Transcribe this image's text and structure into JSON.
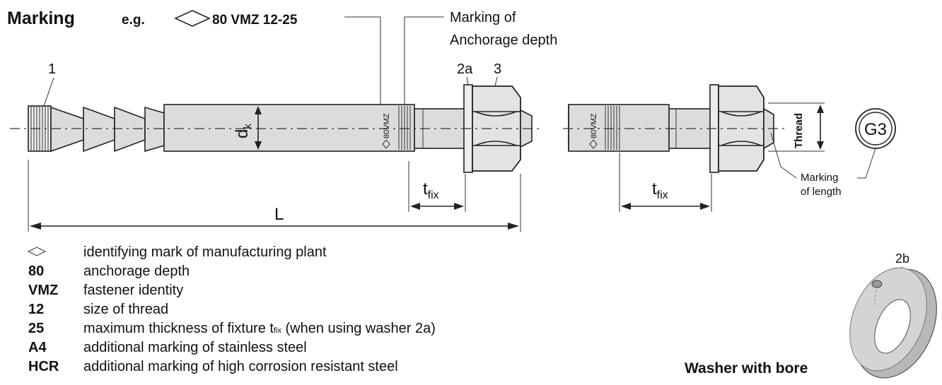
{
  "header": {
    "title": "Marking",
    "example_prefix": "e.g.",
    "example_code": "80 VMZ 12-25"
  },
  "callouts": {
    "marking_of": "Marking of",
    "anchorage_depth": "Anchorage depth",
    "part_1": "1",
    "part_2a": "2a",
    "part_3": "3",
    "part_2b": "2b"
  },
  "dimensions": {
    "dk_main": "d",
    "dk_sub": "k",
    "L": "L",
    "tfix_main": "t",
    "tfix_sub": "fix",
    "thread": "Thread"
  },
  "rod_marking": "80VMZ",
  "length_marking": {
    "code": "G3",
    "label_line1": "Marking",
    "label_line2": "of length"
  },
  "legend": [
    {
      "key": "",
      "key_symbol": "diamond-outline",
      "text": "identifying mark of manufacturing plant"
    },
    {
      "key": "80",
      "text": "anchorage depth"
    },
    {
      "key": "VMZ",
      "text": "fastener identity"
    },
    {
      "key": "12",
      "text": "size of thread"
    },
    {
      "key": "25",
      "text_before": "maximum thickness of fixture t",
      "text_sub": "fix",
      "text_after": " (when using washer 2a)"
    },
    {
      "key": "A4",
      "text": "additional marking of stainless steel"
    },
    {
      "key": "HCR",
      "text": "additional marking of high corrosion resistant steel"
    }
  ],
  "washer_caption": "Washer with bore"
}
